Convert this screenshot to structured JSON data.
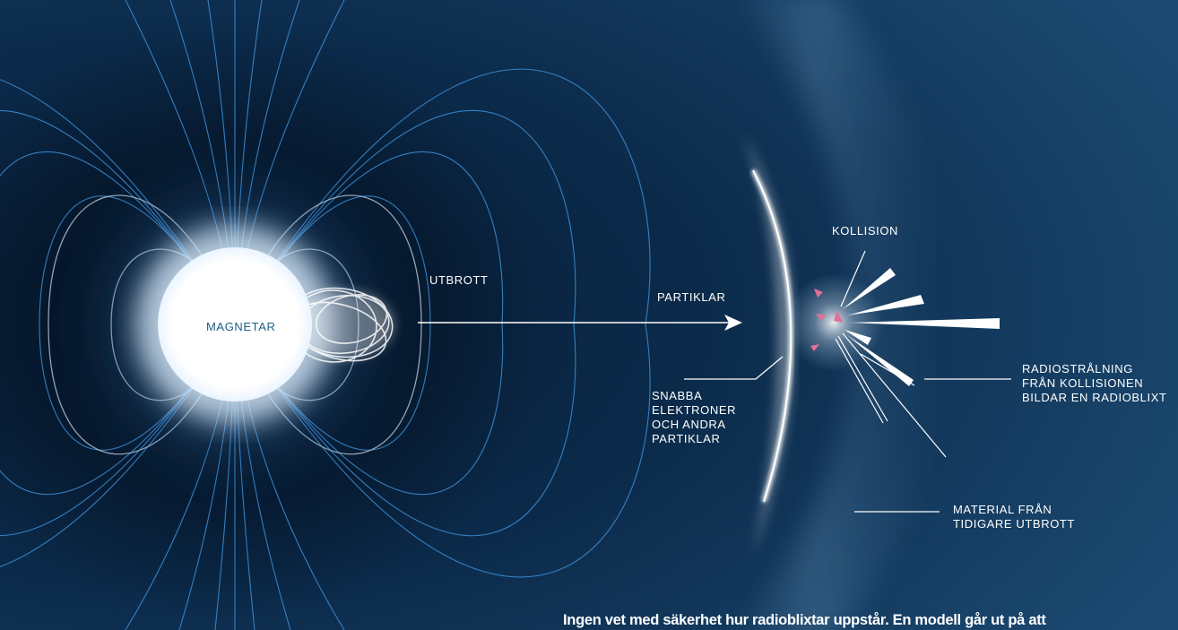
{
  "colors": {
    "background": "#0b2a49",
    "label_light": "#ffffff",
    "label_on_star": "#1d5f86",
    "field_lines": "#3d8fd6",
    "inner_loops": "#b8c8d8",
    "collision_accent": "#e0709a"
  },
  "icons": {
    "magnetar": "glowing-star",
    "particle_flow": "arrow-right",
    "radio_emission": "radiating-beams"
  },
  "labels": {
    "magnetar": "MAGNETAR",
    "utbrott": "UTBROTT",
    "partiklar": "PARTIKLAR",
    "kollision": "KOLLISION",
    "snabba": [
      "SNABBA",
      "ELEKTRONER",
      "OCH ANDRA",
      "PARTIKLAR"
    ],
    "radio": [
      "RADIOSTRÅLNING",
      "FRÅN KOLLISIONEN",
      "BILDAR EN RADIOBLIXT"
    ],
    "material": [
      "MATERIAL FRÅN",
      "TIDIGARE UTBROTT"
    ]
  },
  "caption": "Ingen vet med säkerhet hur radioblixtar uppstår. En modell går ut på att"
}
